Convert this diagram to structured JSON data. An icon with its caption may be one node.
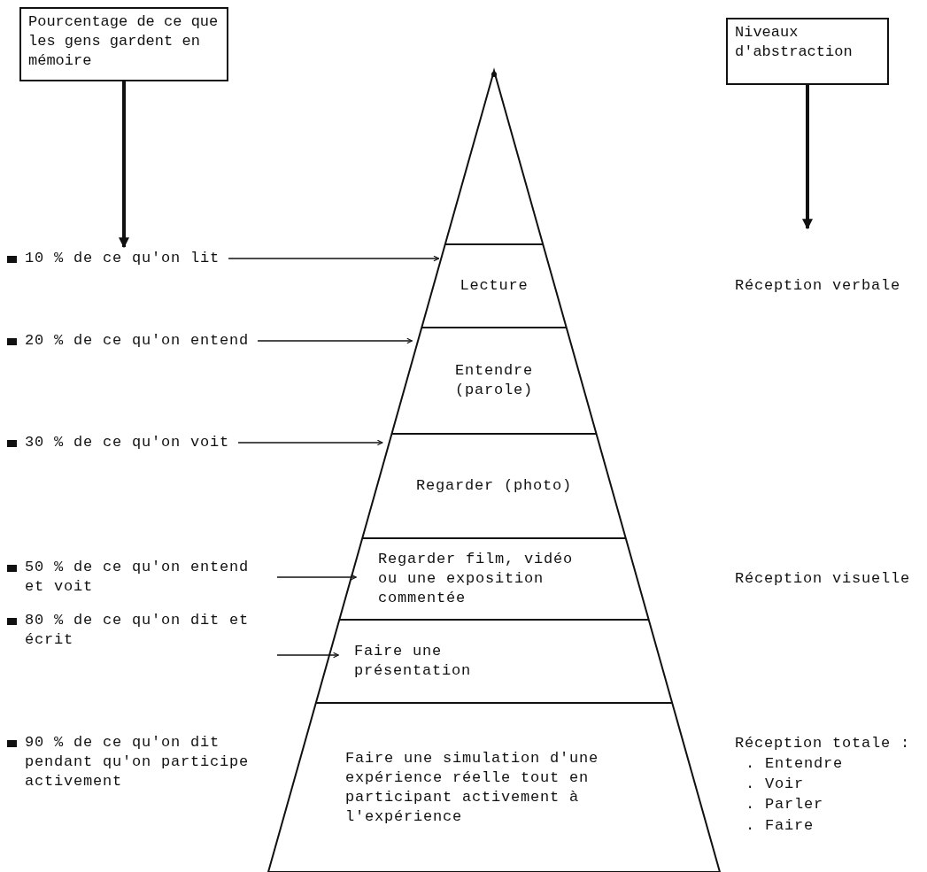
{
  "diagram": {
    "nodes": [
      {
        "text": [
          "Pourcentage de ce que les gens gardent en mémoire"
        ]
      },
      {
        "text": [
          "Niveaux d'abstraction"
        ]
      },
      {
        "text": [],
        "shape": "triangle"
      },
      {
        "text": [
          "Lecture"
        ],
        "in": 2
      },
      {
        "text": [
          "Entendre (parole)"
        ],
        "in": 2
      },
      {
        "text": [
          "Regarder (photo)"
        ],
        "in": 2
      },
      {
        "text": [
          "Regarder film, vidéo ou une exposition commentée"
        ],
        "in": 2
      },
      {
        "text": [
          "Faire une présentation"
        ],
        "in": 2
      },
      {
        "text": [
          "Faire une simulation d'une expérience réelle tout en participant activement à l'expérience"
        ],
        "in": 2
      },
      {
        "text": [
          "10 % de ce qu'on lit"
        ]
      },
      {
        "text": [
          "20 % de ce qu'on entend"
        ]
      },
      {
        "text": [
          "30 % de ce qu'on voit"
        ]
      },
      {
        "text": [
          "50 % de ce qu'on entend et voit"
        ]
      },
      {
        "text": [
          "80 % de ce qu'on dit et écrit"
        ]
      }
    ],
    "edges": [
      {
        "from": 0,
        "to": 9,
        "arrow": "to",
        "style": "thick"
      },
      {
        "from": 1,
        "to": null,
        "arrow": "to",
        "style": "thick"
      },
      {
        "from": 9,
        "to": 3,
        "arrow": "to"
      },
      {
        "from": 10,
        "to": 4,
        "arrow": "to"
      },
      {
        "from": 11,
        "to": 5,
        "arrow": "to"
      },
      {
        "from": 12,
        "to": 6,
        "arrow": "to"
      },
      {
        "from": 13,
        "to": 7,
        "arrow": "to"
      }
    ],
    "labels": [
      "Réception verbale",
      "Réception visuelle",
      "90 % de ce qu'on dit pendant qu'on participe activement",
      "Réception totale :",
      ". Entendre",
      ". Voir",
      ". Parler",
      ". Faire"
    ]
  }
}
